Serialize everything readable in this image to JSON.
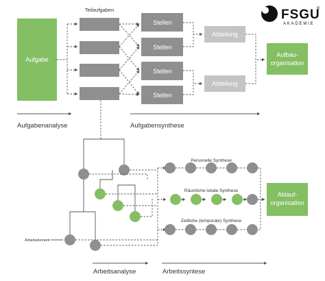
{
  "logo": {
    "brand": "FSGU",
    "subline": "AKADEMIE",
    "mark": "®"
  },
  "labels": {
    "aufgabe": "Aufgabe",
    "teilaufgaben": "Teilaufgaben",
    "stellen": "Stellen",
    "abteilung": "Abteilung",
    "aufbau_line1": "Aufbau-",
    "aufbau_line2": "organisation",
    "aufgabenanalyse": "Aufgabenanalyse",
    "aufgabensynthese": "Aufgabensynthese",
    "personelle": "Personelle Synthese",
    "raeumliche": "Räumliche lokale Synthese",
    "zeitliche": "Zeitliche (temporale) Synthese",
    "ablauf_line1": "Ablauf-",
    "ablauf_line2": "organisation",
    "arbeitselement": "Arbeitselement",
    "arbeitsanalyse": "Arbeitsanalyse",
    "arbeitssyntese": "Arbeitssyntese"
  },
  "colors": {
    "green": "#84bf63",
    "gray": "#8f8f8f",
    "light_gray": "#c4c4c4",
    "text": "#333333"
  }
}
